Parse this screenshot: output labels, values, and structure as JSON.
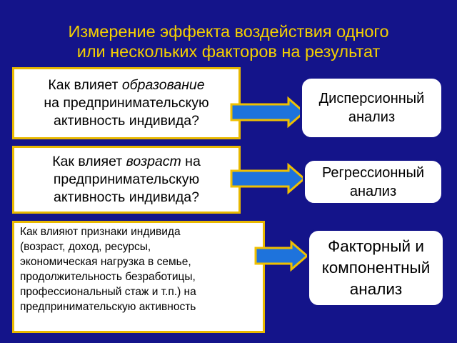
{
  "title": {
    "line1": "Измерение эффекта воздействия одного",
    "line2": "или нескольких факторов на результат"
  },
  "rows": [
    {
      "question": {
        "line1_pre": "Как влияет ",
        "line1_em": "образование",
        "line2": "на предпринимательскую",
        "line3": "активность индивида?"
      },
      "result": {
        "line1": "Дисперсионный",
        "line2": "анализ"
      }
    },
    {
      "question": {
        "line1_pre": "Как влияет ",
        "line1_em": "возраст",
        "line1_post": " на",
        "line2": "предпринимательскую",
        "line3": "активность индивида?"
      },
      "result": {
        "line1": "Регрессионный",
        "line2": "анализ"
      }
    },
    {
      "question": {
        "lines": [
          "Как влияют признаки индивида",
          "(возраст, доход, ресурсы,",
          "экономическая нагрузка в семье,",
          "продолжительность безработицы,",
          "профессиональный стаж и т.п.) на",
          "предпринимательскую активность"
        ]
      },
      "result": {
        "line1": "Факторный и",
        "line2": "компонентный",
        "line3": "анализ"
      }
    }
  ],
  "colors": {
    "background": "#14148a",
    "title": "#f5d000",
    "box_border": "#e8b800",
    "arrow_fill": "#1e73dc",
    "arrow_stroke": "#f0c000"
  },
  "icons": [
    "right-arrow-icon",
    "right-arrow-icon",
    "right-arrow-icon"
  ]
}
